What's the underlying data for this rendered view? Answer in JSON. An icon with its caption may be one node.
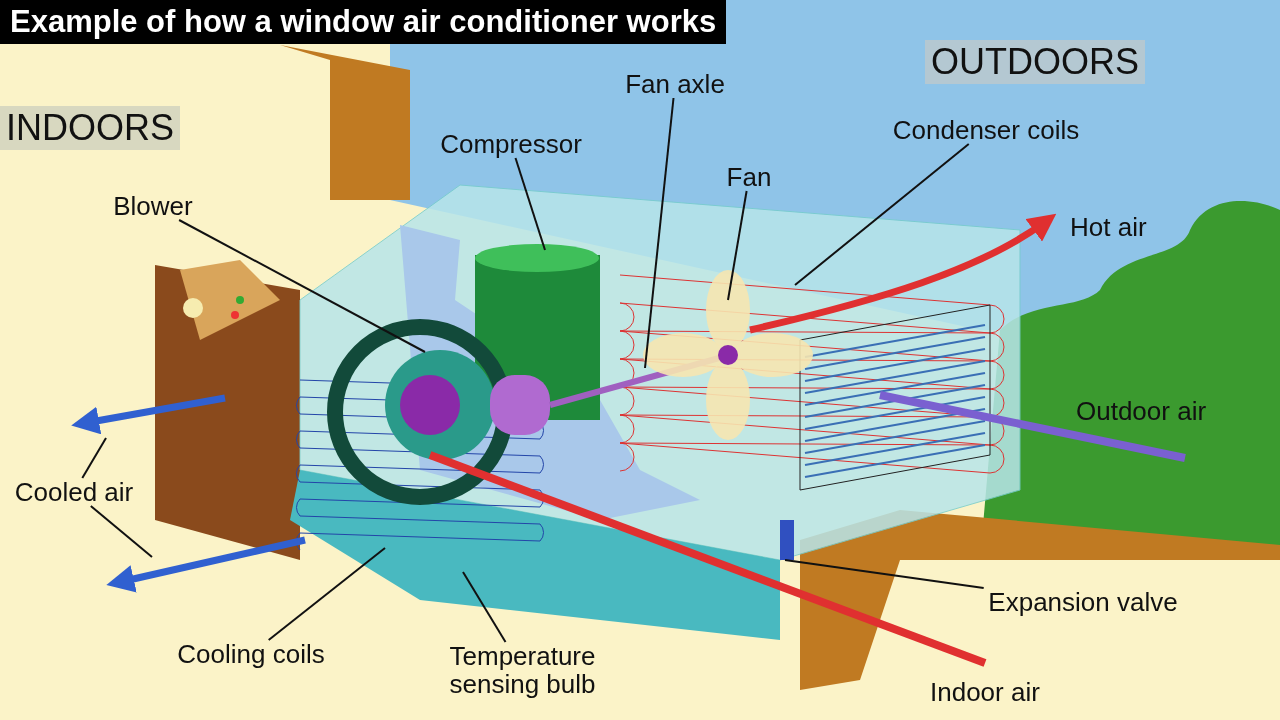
{
  "diagram": {
    "title": "Example of how a window air conditioner works",
    "nodes": [
      {
        "text": [
          "Fan axle"
        ]
      },
      {
        "text": [
          "Compressor"
        ]
      },
      {
        "text": [
          "Condenser coils"
        ]
      },
      {
        "text": [
          "Fan"
        ]
      },
      {
        "text": [
          "Blower"
        ]
      },
      {
        "text": [
          "Cooled air"
        ]
      },
      {
        "text": [
          "Cooling coils"
        ]
      },
      {
        "text": [
          "Temperature sensing bulb"
        ]
      },
      {
        "text": [
          "Expansion valve"
        ]
      }
    ],
    "edges": [
      {
        "from": 0,
        "to": null,
        "arrow": "none"
      },
      {
        "from": 1,
        "to": null,
        "arrow": "none"
      },
      {
        "from": 2,
        "to": null,
        "arrow": "none"
      },
      {
        "from": 3,
        "to": null,
        "arrow": "none"
      },
      {
        "from": 4,
        "to": null,
        "arrow": "none"
      },
      {
        "from": 5,
        "to": null,
        "arrow": "none"
      },
      {
        "from": 5,
        "to": null,
        "arrow": "none"
      },
      {
        "from": 6,
        "to": null,
        "arrow": "none"
      },
      {
        "from": 7,
        "to": null,
        "arrow": "none"
      },
      {
        "from": 8,
        "to": null,
        "arrow": "none"
      }
    ],
    "labels": [
      "OUTDOORS",
      "INDOORS",
      "Hot air",
      "Outdoor air",
      "Indoor air"
    ]
  }
}
